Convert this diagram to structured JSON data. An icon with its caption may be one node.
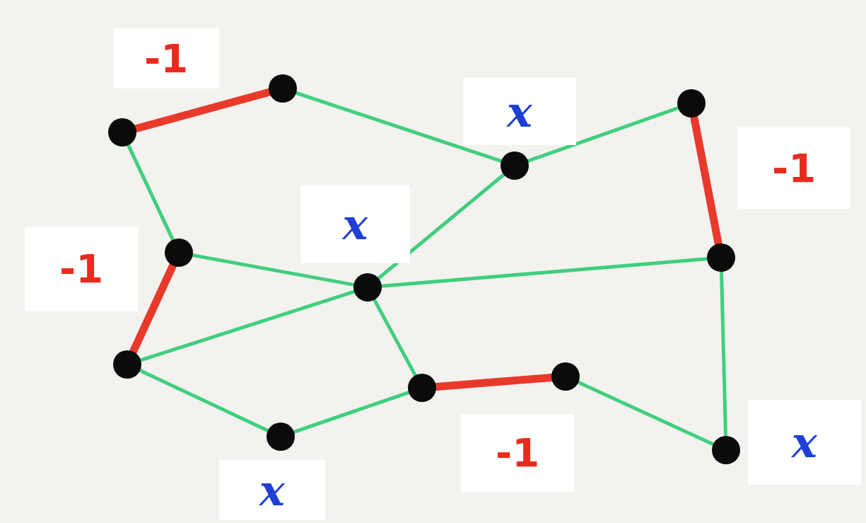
{
  "diagram": {
    "nodes": [
      {
        "text": [],
        "shape": "circle"
      },
      {
        "text": [],
        "shape": "circle"
      },
      {
        "text": [],
        "shape": "circle"
      },
      {
        "text": [],
        "shape": "circle"
      },
      {
        "text": [],
        "shape": "circle"
      },
      {
        "text": [],
        "shape": "circle"
      },
      {
        "text": [],
        "shape": "circle"
      },
      {
        "text": [],
        "shape": "circle"
      },
      {
        "text": [],
        "shape": "circle"
      },
      {
        "text": [],
        "shape": "circle"
      },
      {
        "text": [],
        "shape": "circle"
      },
      {
        "text": [],
        "shape": "circle"
      }
    ],
    "edges": [
      {
        "from": 0,
        "to": 1,
        "arrow": "none",
        "style": "thick",
        "color": "#e8392b"
      },
      {
        "from": 1,
        "to": 2,
        "arrow": "none"
      },
      {
        "from": 2,
        "to": 3,
        "arrow": "none"
      },
      {
        "from": 0,
        "to": 4,
        "arrow": "none"
      },
      {
        "from": 2,
        "to": 5,
        "arrow": "none"
      },
      {
        "from": 4,
        "to": 5,
        "arrow": "none"
      },
      {
        "from": 5,
        "to": 6,
        "arrow": "none"
      },
      {
        "from": 3,
        "to": 6,
        "arrow": "none",
        "style": "thick",
        "color": "#e8392b"
      },
      {
        "from": 4,
        "to": 7,
        "arrow": "none",
        "style": "thick",
        "color": "#e8392b"
      },
      {
        "from": 7,
        "to": 5,
        "arrow": "none"
      },
      {
        "from": 5,
        "to": 8,
        "arrow": "none"
      },
      {
        "from": 8,
        "to": 9,
        "arrow": "none",
        "style": "thick",
        "color": "#e8392b"
      },
      {
        "from": 7,
        "to": 10,
        "arrow": "none"
      },
      {
        "from": 10,
        "to": 8,
        "arrow": "none"
      },
      {
        "from": 9,
        "to": 11,
        "arrow": "none"
      },
      {
        "from": 6,
        "to": 11,
        "arrow": "none"
      }
    ],
    "labels": [
      "-1",
      "x",
      "-1",
      "x",
      "-1",
      "-1",
      "x",
      "x"
    ]
  }
}
